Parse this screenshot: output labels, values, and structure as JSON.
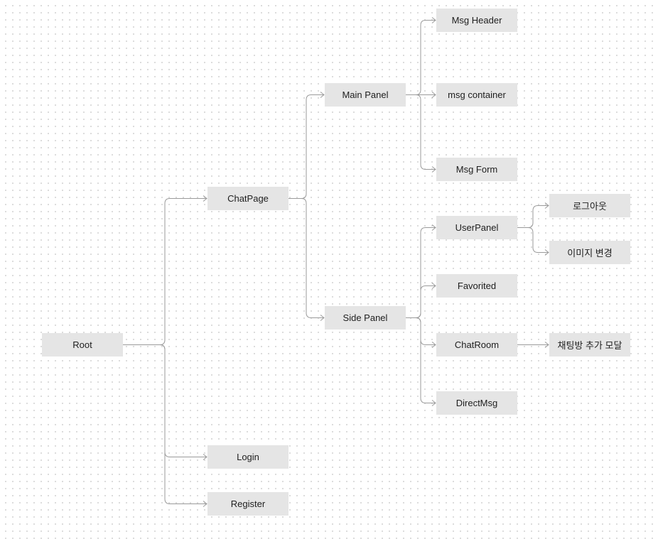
{
  "diagram": {
    "nodes": [
      {
        "id": "root",
        "label": "Root"
      },
      {
        "id": "chatpage",
        "label": "ChatPage"
      },
      {
        "id": "login",
        "label": "Login"
      },
      {
        "id": "register",
        "label": "Register"
      },
      {
        "id": "mainpanel",
        "label": "Main Panel"
      },
      {
        "id": "sidepanel",
        "label": "Side Panel"
      },
      {
        "id": "msgheader",
        "label": "Msg Header"
      },
      {
        "id": "msgcontainer",
        "label": "msg container"
      },
      {
        "id": "msgform",
        "label": "Msg Form"
      },
      {
        "id": "userpanel",
        "label": "UserPanel"
      },
      {
        "id": "favorited",
        "label": "Favorited"
      },
      {
        "id": "chatroom",
        "label": "ChatRoom"
      },
      {
        "id": "directmsg",
        "label": "DirectMsg"
      },
      {
        "id": "logout",
        "label": "로그아웃"
      },
      {
        "id": "changeimage",
        "label": "이미지 변경"
      },
      {
        "id": "addroommodal",
        "label": "채팅방 추가 모달"
      }
    ],
    "edges": [
      {
        "from": "root",
        "to": "chatpage"
      },
      {
        "from": "root",
        "to": "login"
      },
      {
        "from": "root",
        "to": "register"
      },
      {
        "from": "chatpage",
        "to": "mainpanel"
      },
      {
        "from": "chatpage",
        "to": "sidepanel"
      },
      {
        "from": "mainpanel",
        "to": "msgheader"
      },
      {
        "from": "mainpanel",
        "to": "msgcontainer"
      },
      {
        "from": "mainpanel",
        "to": "msgform"
      },
      {
        "from": "sidepanel",
        "to": "userpanel"
      },
      {
        "from": "sidepanel",
        "to": "favorited"
      },
      {
        "from": "sidepanel",
        "to": "chatroom"
      },
      {
        "from": "sidepanel",
        "to": "directmsg"
      },
      {
        "from": "userpanel",
        "to": "logout"
      },
      {
        "from": "userpanel",
        "to": "changeimage"
      },
      {
        "from": "chatroom",
        "to": "addroommodal"
      }
    ],
    "colors": {
      "node_fill": "#e5e5e5",
      "node_text": "#1e1e1e",
      "connector": "#9a9a9a",
      "background_dot": "#d2d2d2"
    }
  }
}
